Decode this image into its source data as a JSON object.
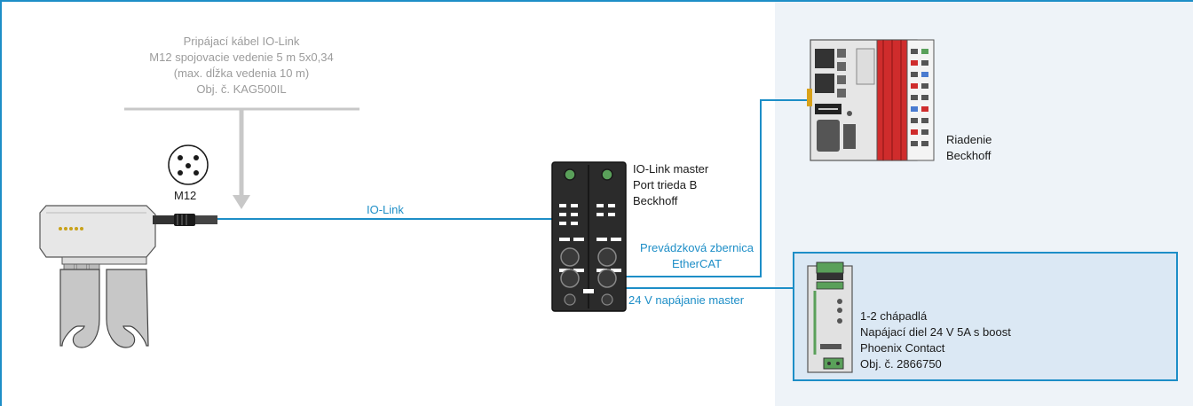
{
  "cable": {
    "lines": [
      "Pripájací kábel IO-Link",
      "M12 spojovacie vedenie 5 m 5x0,34",
      "(max. dĺžka vedenia 10 m)",
      "Obj. č. KAG500IL"
    ]
  },
  "connector_label": "M12",
  "iolink_label": "IO-Link",
  "master": {
    "lines": [
      "IO-Link master",
      "Port trieda B",
      "Beckhoff"
    ]
  },
  "bus": {
    "lines": [
      "Prevádzková zbernica",
      "EtherCAT"
    ]
  },
  "power_label": "24 V napájanie master",
  "controller": {
    "lines": [
      "Riadenie",
      "Beckhoff"
    ]
  },
  "psu": {
    "lines": [
      "1-2 chápadlá",
      "Napájací diel 24 V 5A s boost",
      "Phoenix Contact",
      "Obj. č. 2866750"
    ]
  },
  "colors": {
    "accent": "#1d8ec7",
    "cable_gray": "#c8c8c8",
    "panel_bg": "#eef3f8",
    "psu_bg": "#dbe8f4"
  }
}
